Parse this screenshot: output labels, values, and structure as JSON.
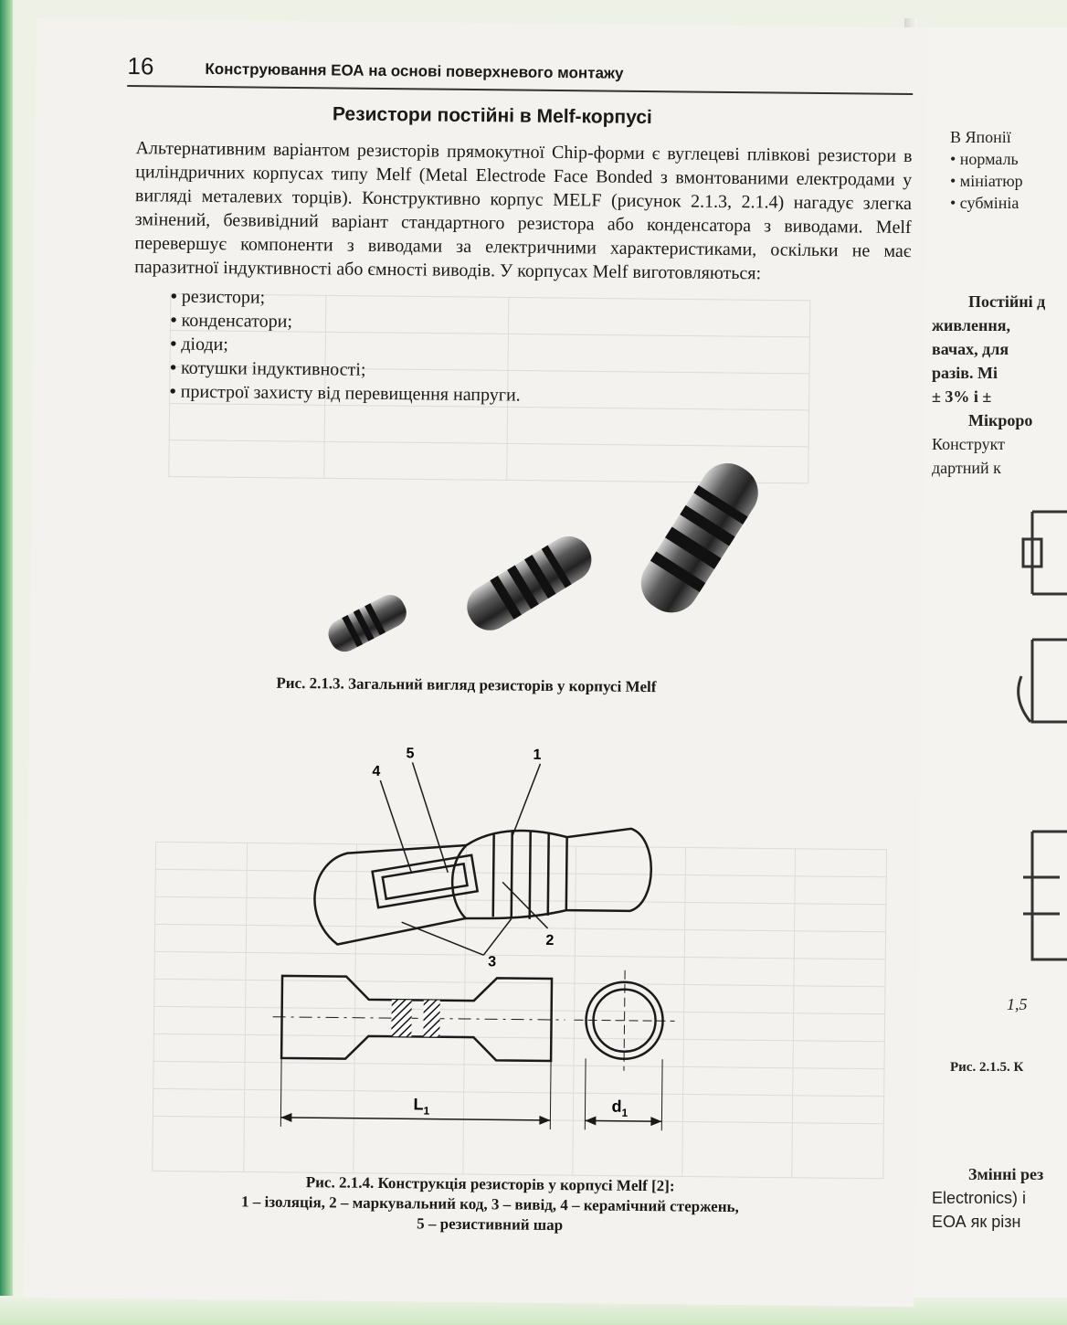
{
  "header": {
    "page_number": "16",
    "running_head": "Конструювання ЕОА на основі поверхневого монтажу"
  },
  "section_title": "Резистори постійні в Melf-корпусі",
  "paragraph": "Альтернативним варіантом резисторів прямокутної Chip-форми є вуглецеві плівкові резистори в циліндричних корпусах типу Melf (Metal Electrode Face Bonded з вмонтованими електродами у вигляді металевих торців). Конструктивно корпус MELF (рисунок 2.1.3, 2.1.4) нагадує злегка змінений, безвивідний варіант стандартного резистора або конденсатора з виводами. Melf перевершує компоненти з виводами за електричними характеристиками, оскільки не має паразитної індуктивності або ємності виводів. У корпусах Melf виготовляються:",
  "bullets": [
    "резистори;",
    "конденсатори;",
    "діоди;",
    "котушки індуктивності;",
    "пристрої захисту від перевищення напруги."
  ],
  "figure_1": {
    "caption": "Рис. 2.1.3. Загальний вигляд резисторів у корпусі Melf"
  },
  "figure_2": {
    "labels": [
      "1",
      "2",
      "3",
      "4",
      "5"
    ],
    "dim_length": "L",
    "dim_length_sub": "1",
    "dim_diameter": "d",
    "dim_diameter_sub": "1",
    "caption_line1": "Рис. 2.1.4. Конструкція резисторів у корпусі Melf [2]:",
    "caption_line2": "1 – ізоляція, 2 – маркувальний код, 3 – вивід, 4 – керамічний стержень,",
    "caption_line3": "5 – резистивний шар"
  },
  "right_page": {
    "lines": [
      "В Японії",
      "• нормаль",
      "• мініатюр",
      "• субмініа",
      "Постійні д",
      "живлення,",
      "вачах, для",
      "разів. Мі",
      "± 3% і ±",
      "Мікроро",
      "Конструкт",
      "дартний к",
      "Рис. 2.1.5. К",
      "Змінні рез",
      "Electronics) і",
      "ЕОА як різн"
    ]
  }
}
